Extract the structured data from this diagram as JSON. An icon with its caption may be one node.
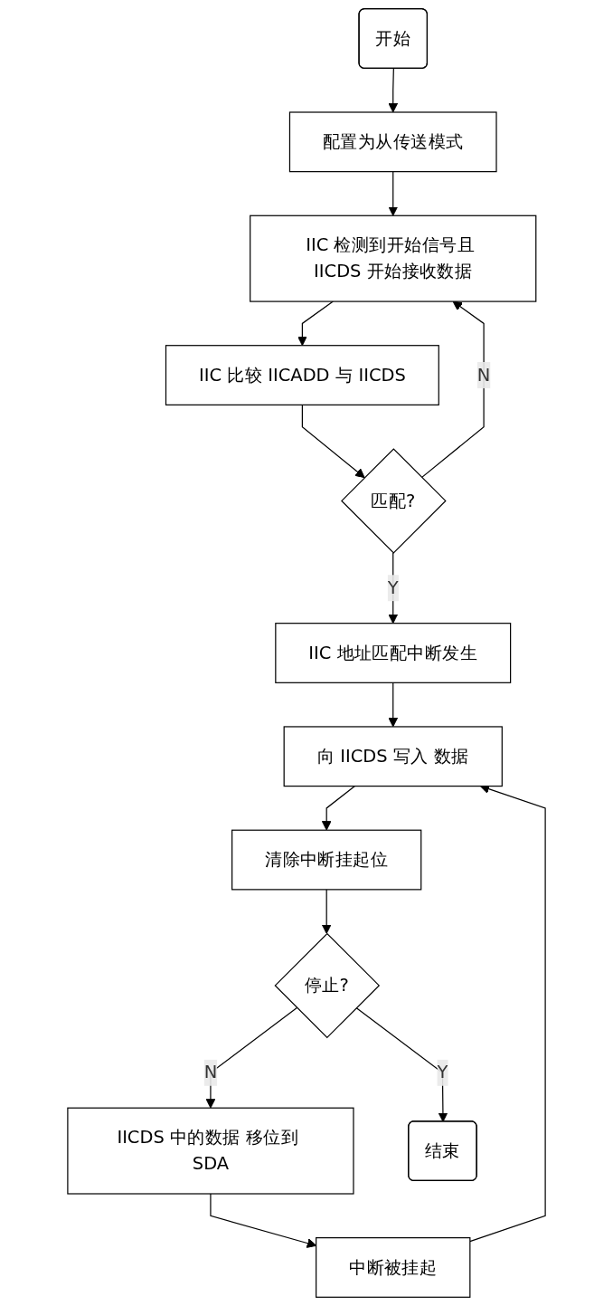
{
  "diagram": {
    "nodes": [
      {
        "text": [
          "开始"
        ]
      },
      {
        "text": [
          "配置为从传送模式"
        ]
      },
      {
        "text": [
          "IIC 检测到开始信号且 IICDS 开始接收数据"
        ]
      },
      {
        "text": [
          "IIC 比较 IICADD 与 IICDS"
        ]
      },
      {
        "text": [
          "匹配?"
        ]
      },
      {
        "text": [
          "IIC 地址匹配中断发生"
        ]
      },
      {
        "text": [
          "向 IICDS 写入 数据"
        ]
      },
      {
        "text": [
          "清除中断挂起位"
        ]
      },
      {
        "text": [
          "停止?"
        ]
      },
      {
        "text": [
          "IICDS 中的数据 移位到 SDA"
        ]
      },
      {
        "text": [
          "中断被挂起"
        ]
      },
      {
        "text": [
          "结束"
        ]
      }
    ],
    "edges": [
      {
        "from": 0,
        "to": 1,
        "arrow": "to"
      },
      {
        "from": 1,
        "to": 2,
        "arrow": "to"
      },
      {
        "from": 2,
        "to": 3,
        "arrow": "to"
      },
      {
        "from": 3,
        "to": 4,
        "arrow": "to"
      },
      {
        "from": 4,
        "to": 2,
        "label": "N",
        "arrow": "to"
      },
      {
        "from": 4,
        "to": 5,
        "label": "Y",
        "arrow": "to"
      },
      {
        "from": 5,
        "to": 6,
        "arrow": "to"
      },
      {
        "from": 6,
        "to": 7,
        "arrow": "to"
      },
      {
        "from": 7,
        "to": 8,
        "arrow": "to"
      },
      {
        "from": 8,
        "to": 11,
        "label": "Y",
        "arrow": "to"
      },
      {
        "from": 8,
        "to": 9,
        "label": "N",
        "arrow": "to"
      },
      {
        "from": 9,
        "to": 10,
        "arrow": "to"
      },
      {
        "from": 10,
        "to": 6,
        "arrow": "to"
      }
    ]
  }
}
